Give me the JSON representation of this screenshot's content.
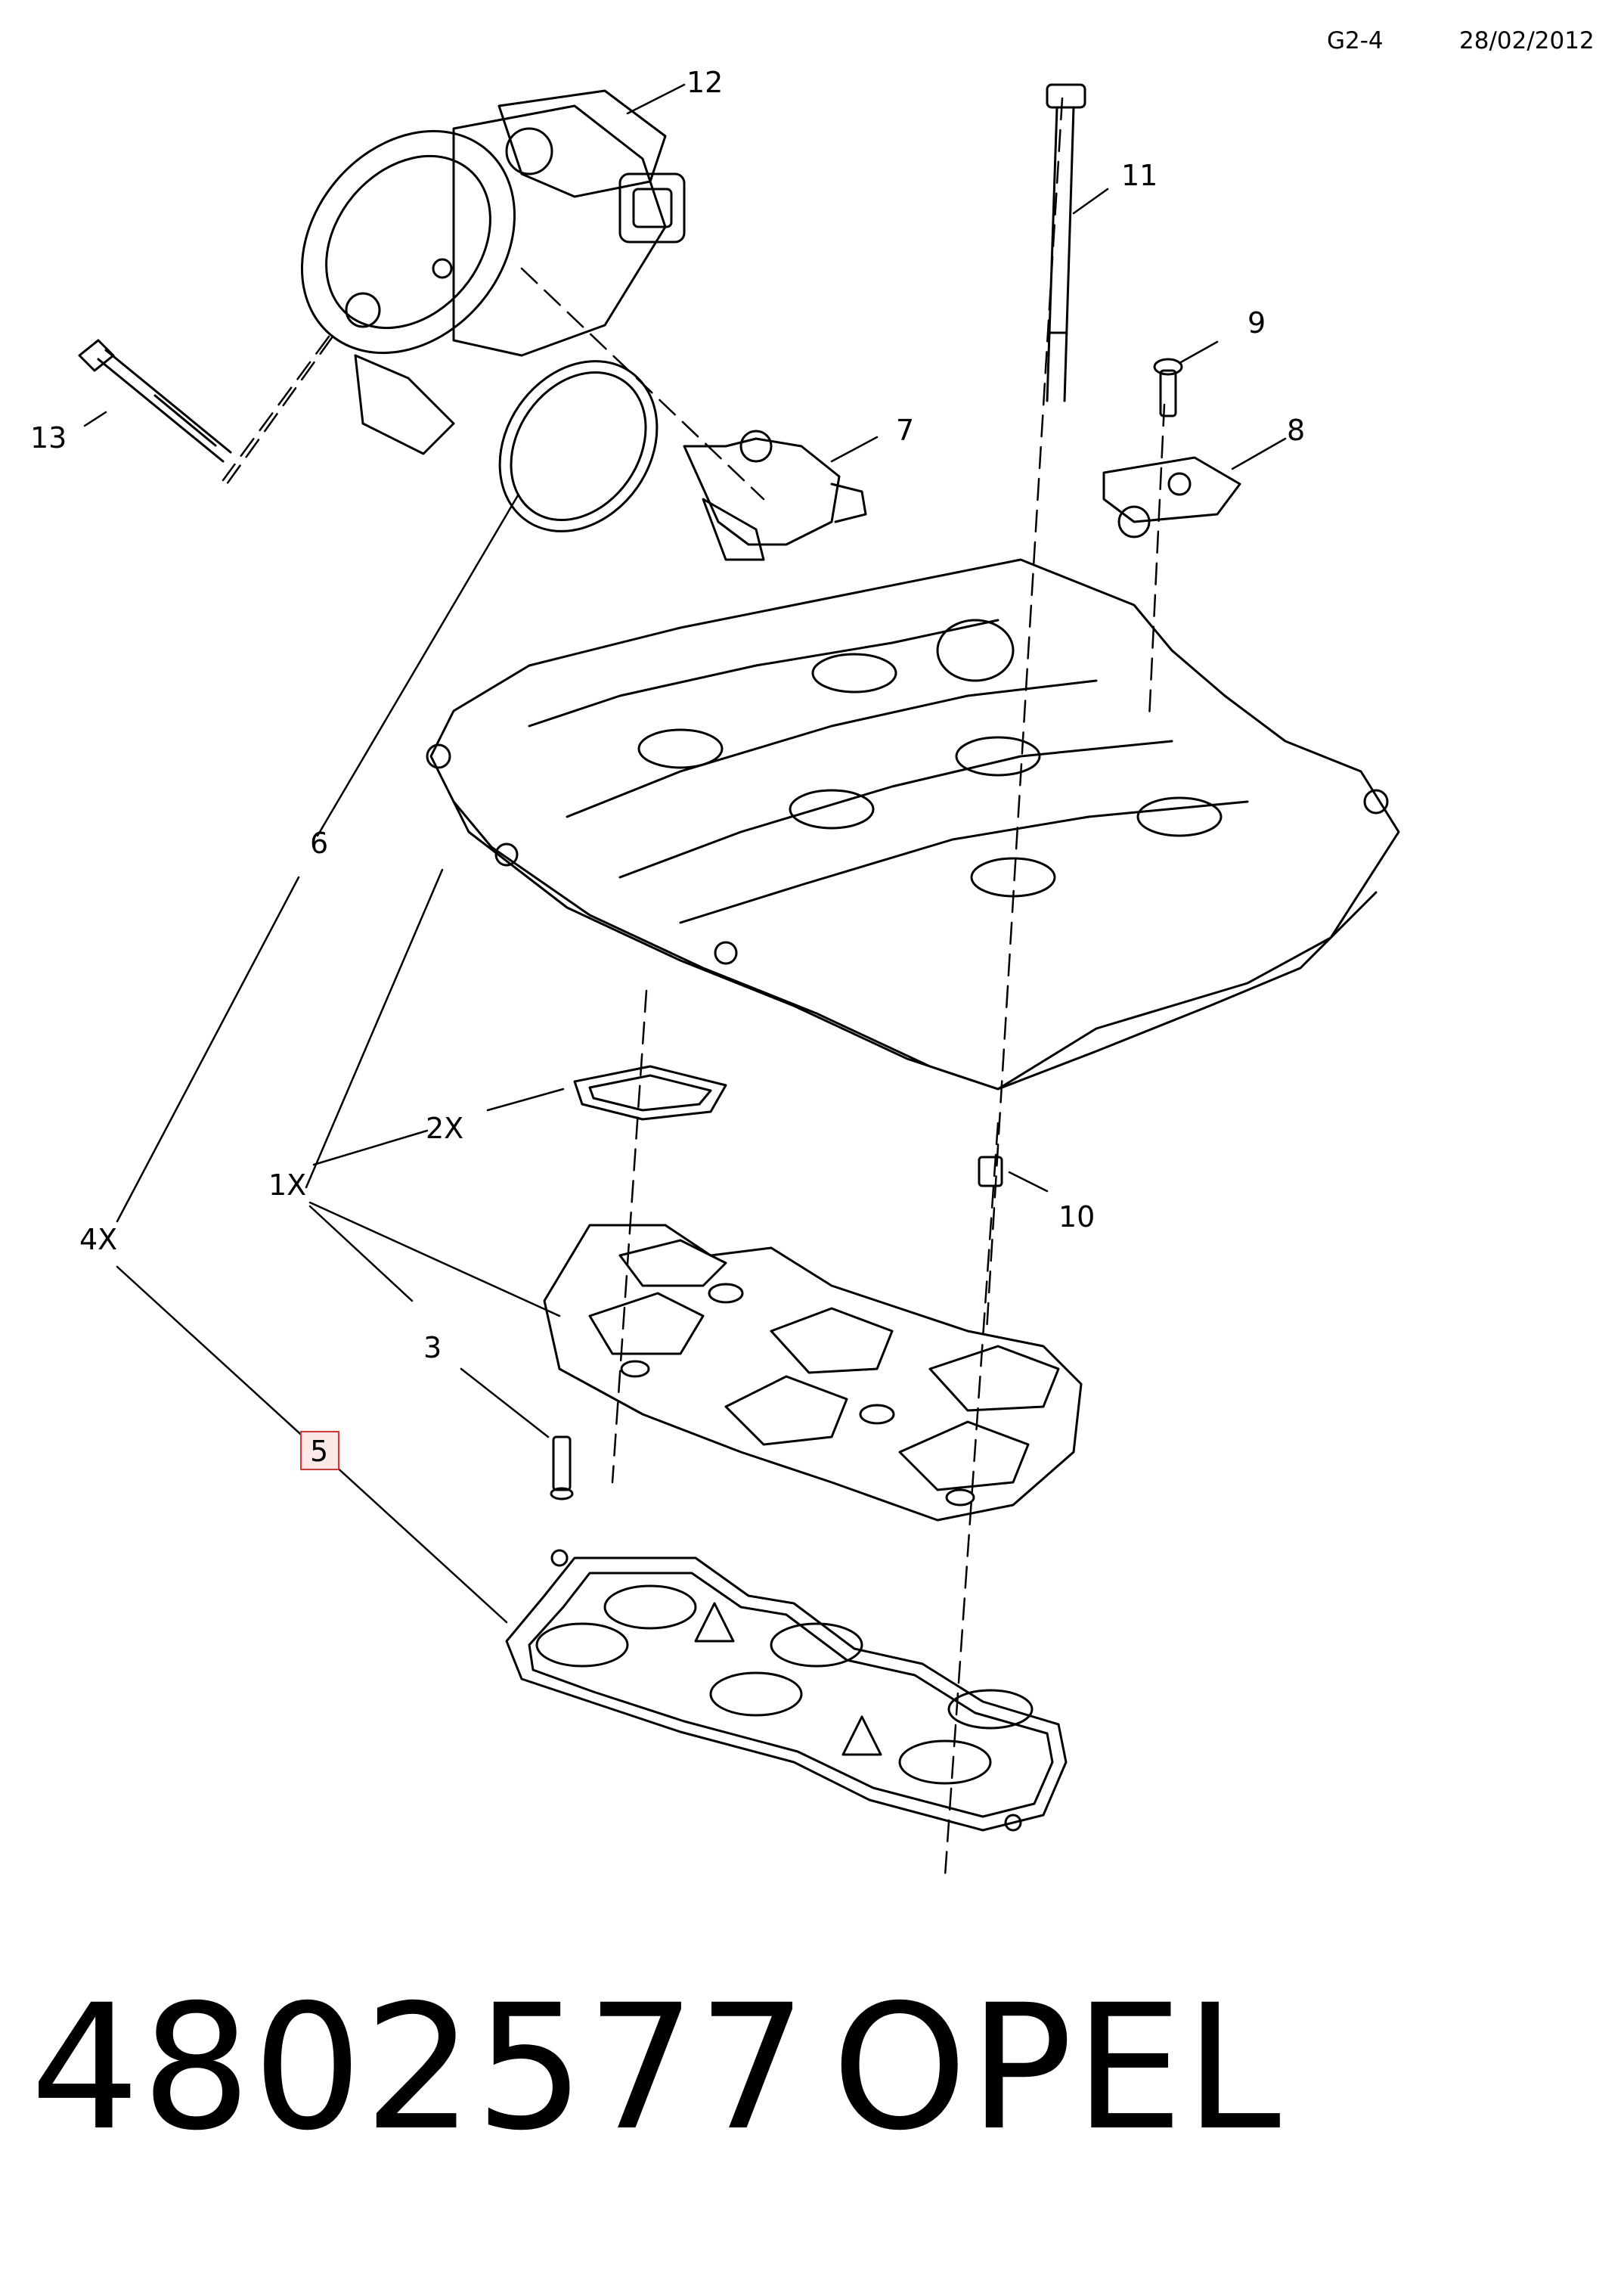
{
  "header": {
    "sheet_code": "G2-4",
    "date": "28/02/2012"
  },
  "callouts": {
    "c1x": "1X",
    "c2x": "2X",
    "c3": "3",
    "c4x": "4X",
    "c5": "5",
    "c6": "6",
    "c7": "7",
    "c8": "8",
    "c9": "9",
    "c10": "10",
    "c11": "11",
    "c12": "12",
    "c13": "13"
  },
  "highlighted_callout": "5",
  "highlight_color": "#e03030",
  "footer": {
    "part_number": "4802577",
    "brand": "OPEL"
  }
}
